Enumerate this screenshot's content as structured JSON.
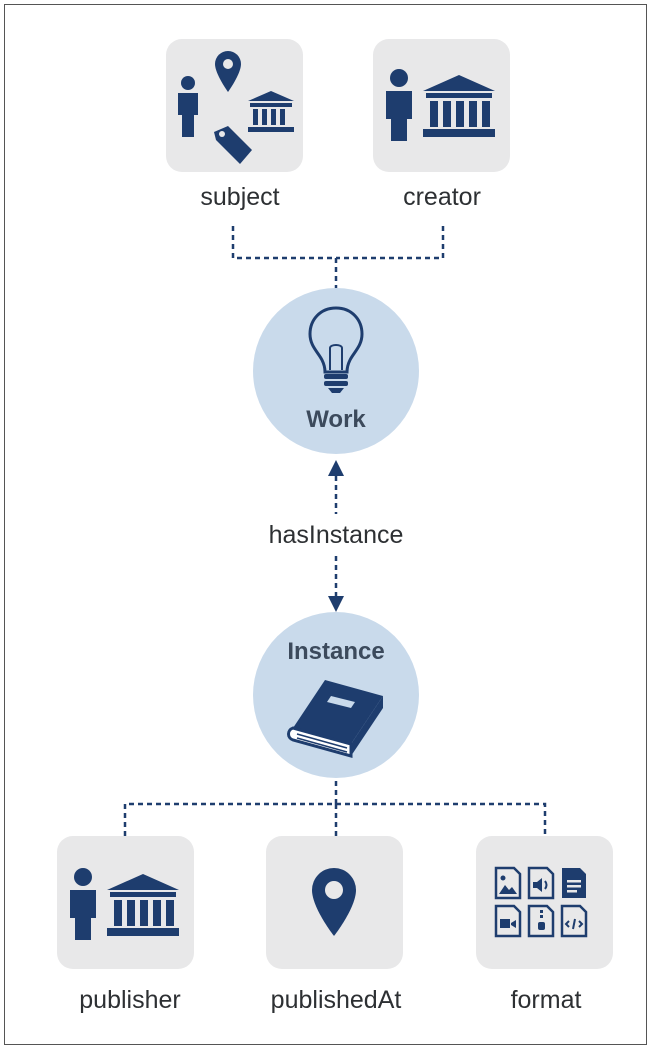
{
  "nodes": {
    "subject": "subject",
    "creator": "creator",
    "work": "Work",
    "relation": "hasInstance",
    "instance": "Instance",
    "publisher": "publisher",
    "publishedAt": "publishedAt",
    "format": "format"
  },
  "colors": {
    "icon": "#1e3d6e",
    "tile": "#e8e8e9",
    "circle": "#c9daeb",
    "connector": "#1e3d6e"
  },
  "icons": [
    "person-icon",
    "map-pin-icon",
    "institution-icon",
    "tag-icon",
    "lightbulb-icon",
    "book-icon",
    "file-format-icon"
  ]
}
